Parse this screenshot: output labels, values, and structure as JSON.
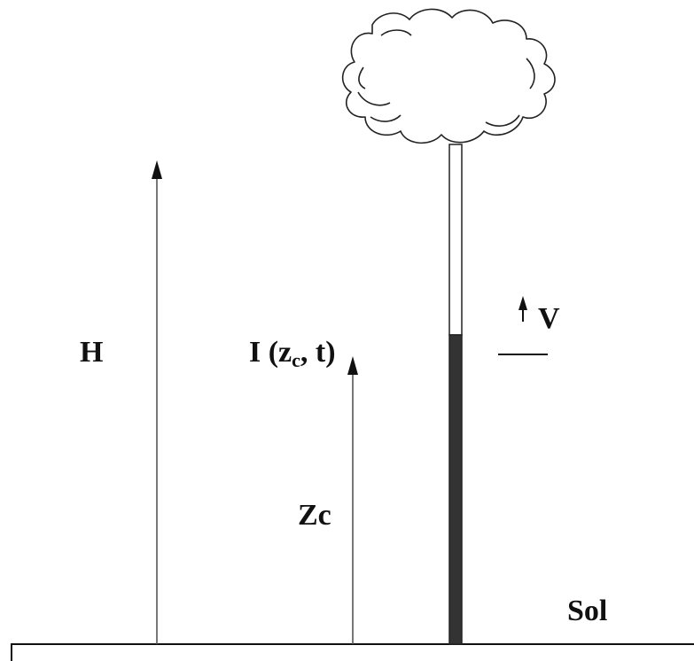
{
  "labels": {
    "height": "H",
    "current": "I (z",
    "current_sub": "c",
    "current_tail": ", t)",
    "zc": "Zc",
    "velocity": "V",
    "ground": "Sol"
  },
  "colors": {
    "line": "#555555",
    "ink": "#111111",
    "channel_fill": "#333333",
    "channel_empty": "#ffffff"
  }
}
